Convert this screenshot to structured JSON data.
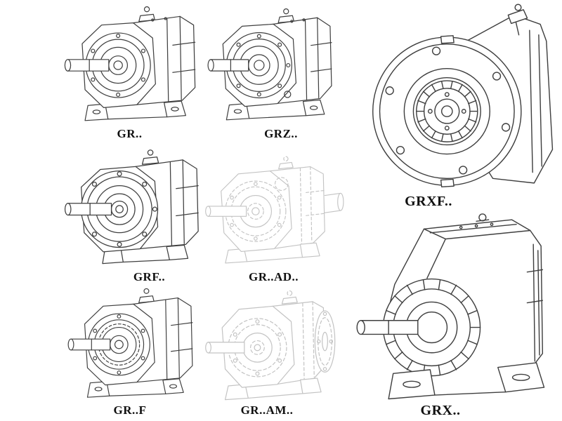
{
  "figures": [
    {
      "id": "gr",
      "label": "GR..",
      "variant": "solid"
    },
    {
      "id": "grz",
      "label": "GRZ..",
      "variant": "solid"
    },
    {
      "id": "grxf",
      "label": "GRXF..",
      "variant": "solid"
    },
    {
      "id": "grf",
      "label": "GRF..",
      "variant": "solid"
    },
    {
      "id": "gr-ad",
      "label": "GR..AD..",
      "variant": "ghost"
    },
    {
      "id": "gr-f",
      "label": "GR..F",
      "variant": "solid"
    },
    {
      "id": "gr-am",
      "label": "GR..AM..",
      "variant": "ghost"
    },
    {
      "id": "grx",
      "label": "GRX..",
      "variant": "solid"
    }
  ],
  "colors": {
    "background": "#ffffff",
    "line": "#3f3f3f",
    "ghost_line": "#c3c3c3",
    "label_text": "#101010"
  }
}
